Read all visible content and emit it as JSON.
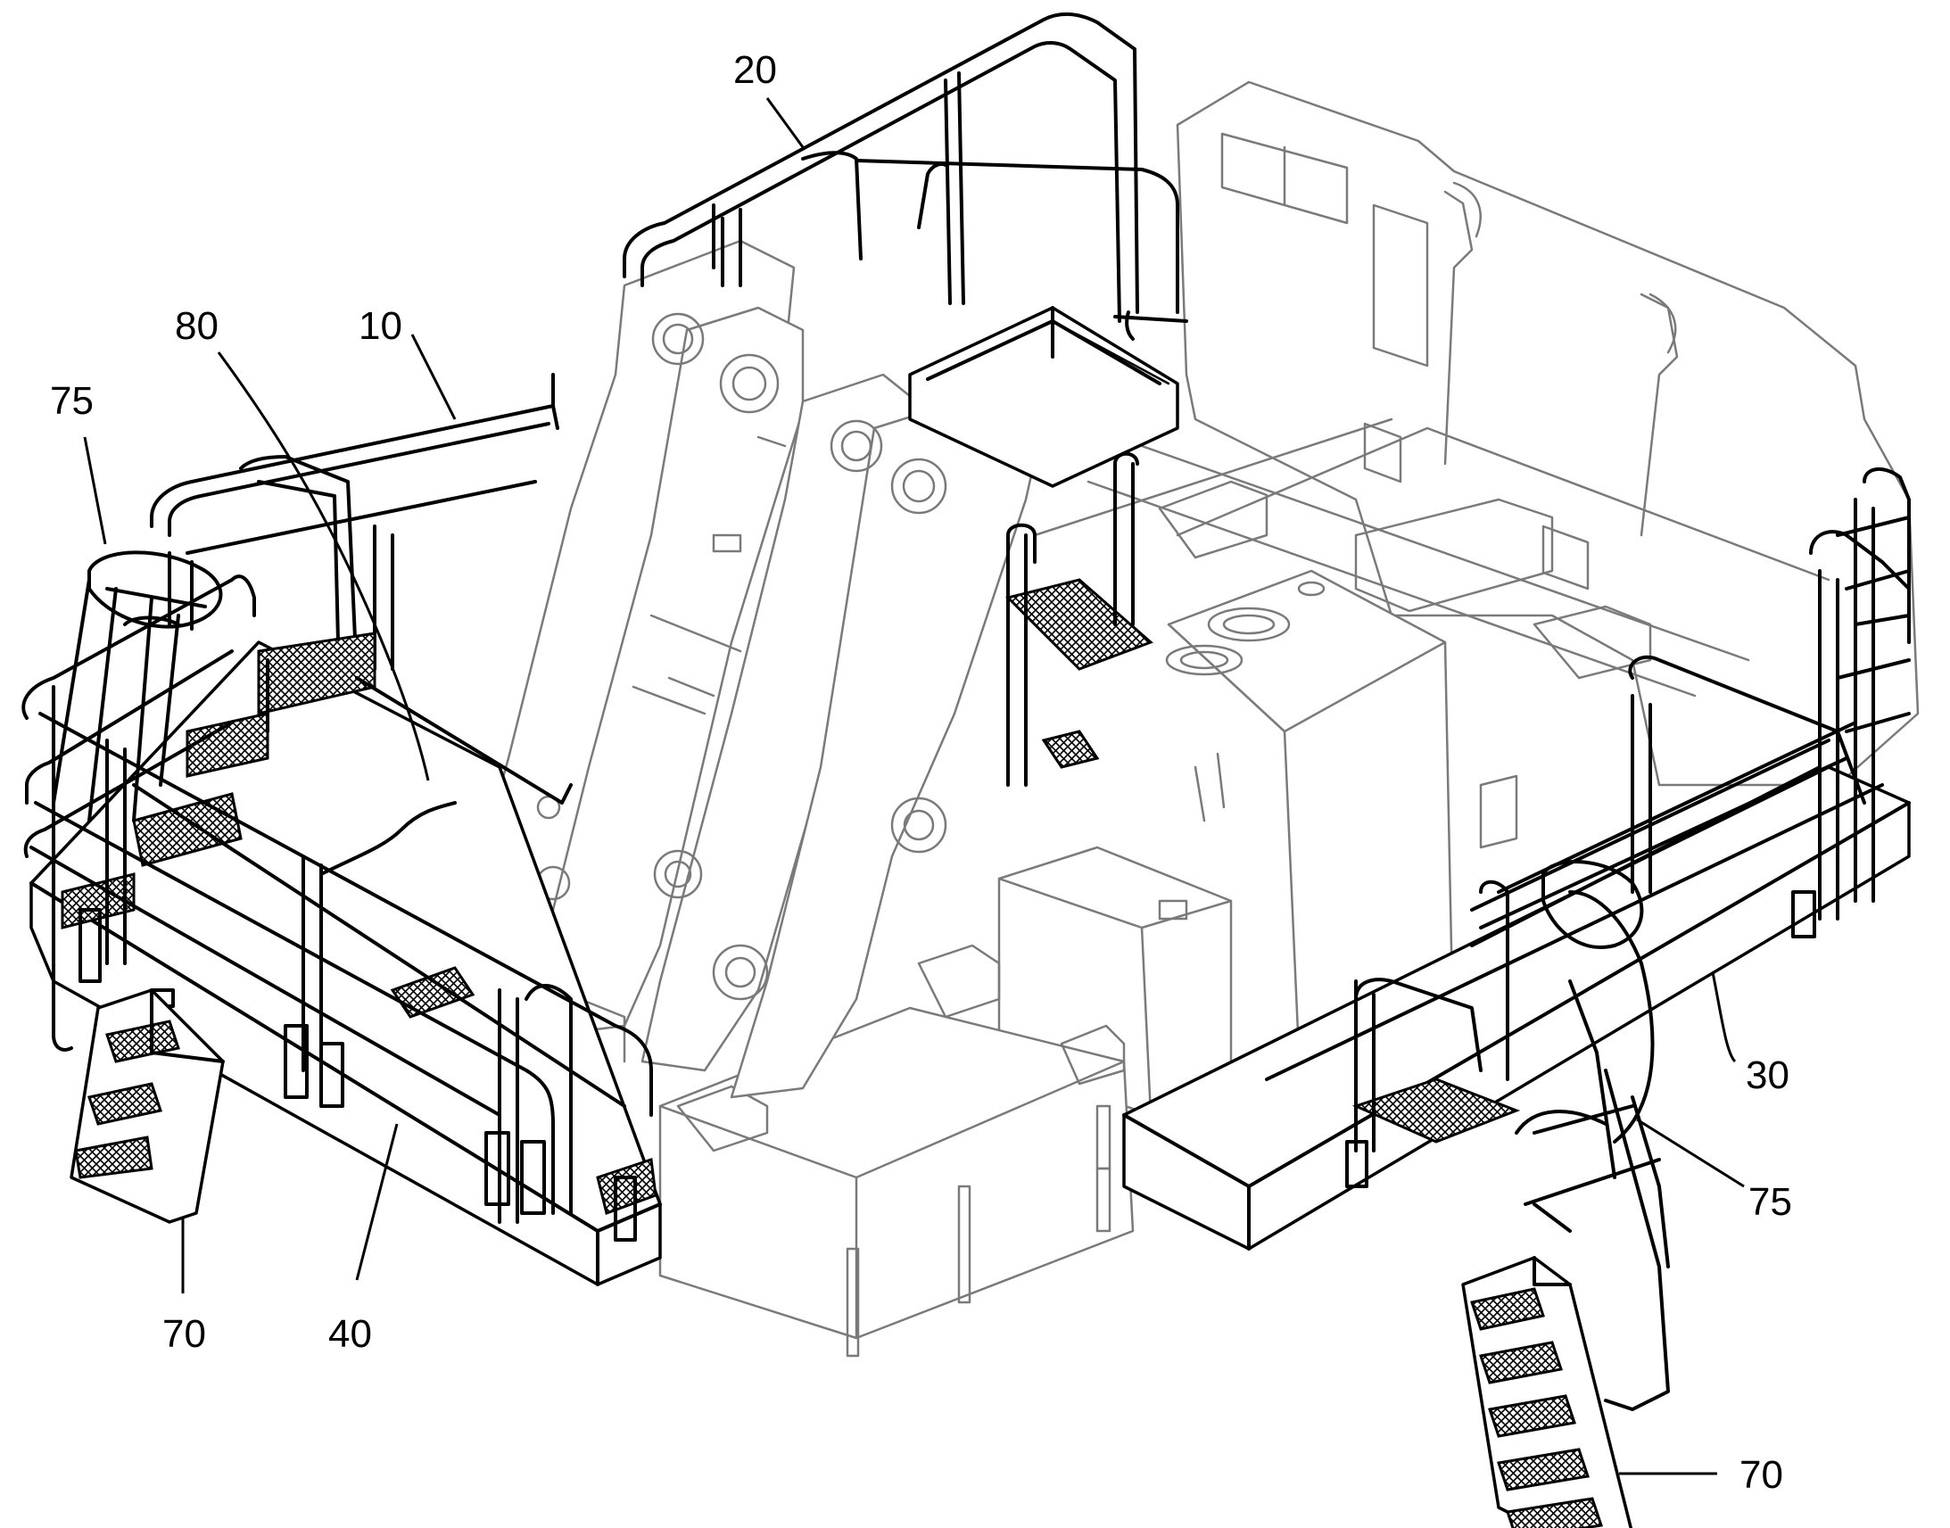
{
  "figure": {
    "reference_labels": [
      {
        "id": "label-20",
        "text": "20"
      },
      {
        "id": "label-80",
        "text": "80"
      },
      {
        "id": "label-10",
        "text": "10"
      },
      {
        "id": "label-75-left",
        "text": "75"
      },
      {
        "id": "label-30",
        "text": "30"
      },
      {
        "id": "label-75-right",
        "text": "75"
      },
      {
        "id": "label-70-left",
        "text": "70"
      },
      {
        "id": "label-40",
        "text": "40"
      },
      {
        "id": "label-70-right",
        "text": "70"
      }
    ]
  },
  "colors": {
    "ink": "#000000",
    "ghost": "#7a7a7a",
    "background": "#ffffff"
  }
}
